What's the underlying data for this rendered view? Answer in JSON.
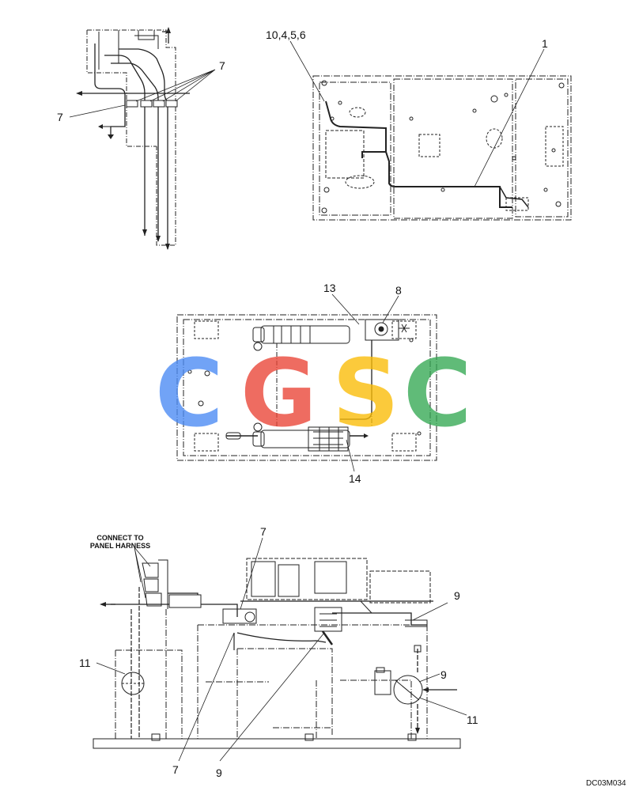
{
  "figure": {
    "drawing_code": "DC03M034",
    "callouts": {
      "tl_7_right": "7",
      "tl_7_left": "7",
      "tr_10456": "10,4,5,6",
      "tr_1": "1",
      "mid_13": "13",
      "mid_8": "8",
      "mid_14": "14",
      "bot_7_top": "7",
      "bot_9_right": "9",
      "bot_11_left": "11",
      "bot_9_mid": "9",
      "bot_11_right": "11",
      "bot_7_bottom": "7",
      "bot_9_bottom": "9"
    },
    "note_connect_line1": "CONNECT TO",
    "note_connect_line2": "PANEL HARNESS"
  },
  "watermark": {
    "letters": [
      "C",
      "G",
      "S",
      "C"
    ],
    "colors": [
      "#4a8af4",
      "#ea4335",
      "#fbbc05",
      "#34a853"
    ]
  }
}
